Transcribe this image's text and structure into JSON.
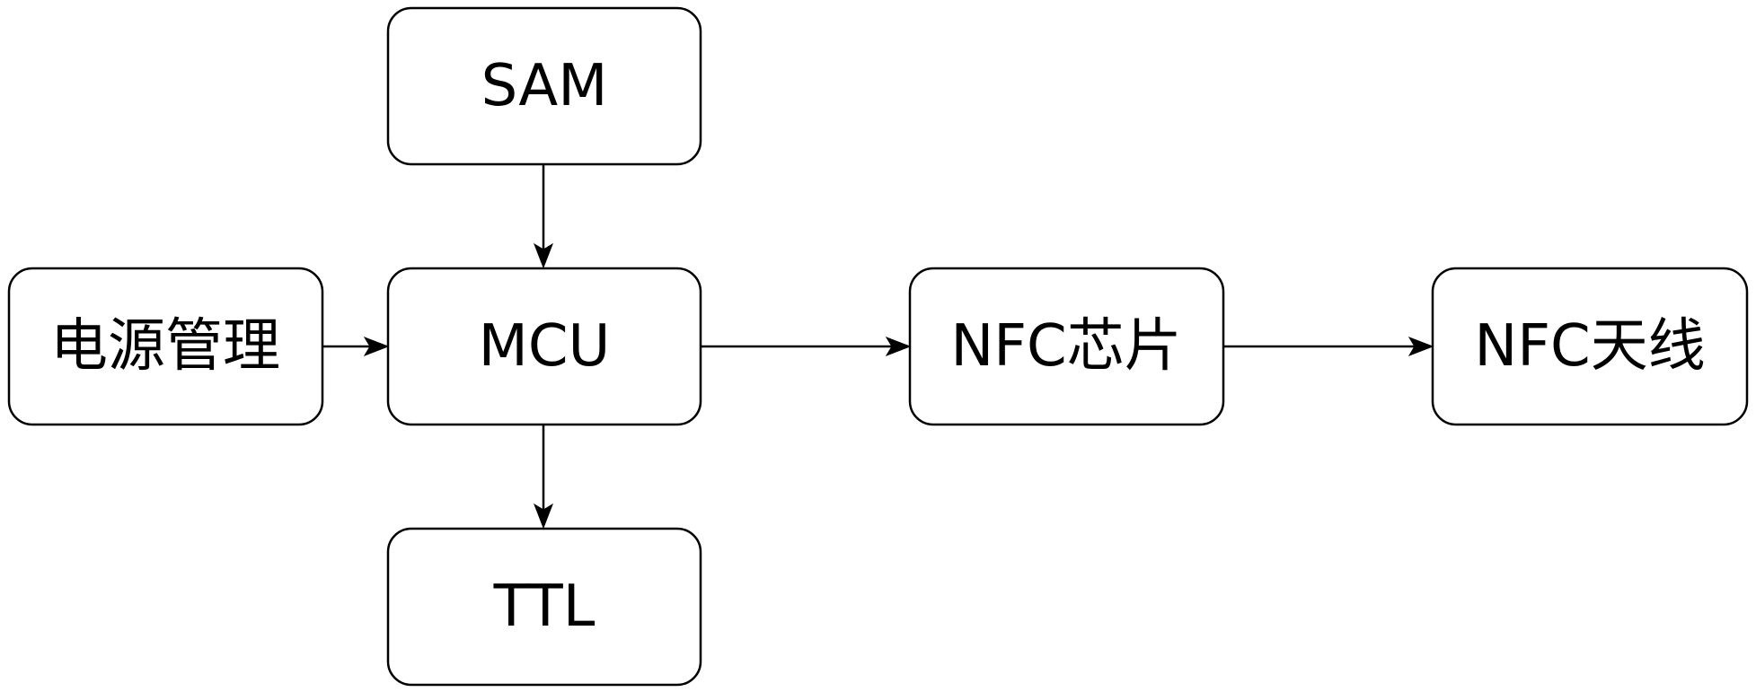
{
  "diagram": {
    "nodes": {
      "sam": {
        "label": "SAM"
      },
      "mcu": {
        "label": "MCU"
      },
      "power": {
        "label": "电源管理"
      },
      "ttl": {
        "label": "TTL"
      },
      "nfc_chip": {
        "label": "NFC芯片"
      },
      "nfc_antenna": {
        "label": "NFC天线"
      }
    },
    "edges": [
      {
        "from": "sam",
        "to": "mcu"
      },
      {
        "from": "power",
        "to": "mcu"
      },
      {
        "from": "mcu",
        "to": "ttl"
      },
      {
        "from": "mcu",
        "to": "nfc_chip"
      },
      {
        "from": "nfc_chip",
        "to": "nfc_antenna"
      }
    ],
    "colors": {
      "stroke": "#000000",
      "fill": "#ffffff",
      "text": "#000000"
    }
  }
}
